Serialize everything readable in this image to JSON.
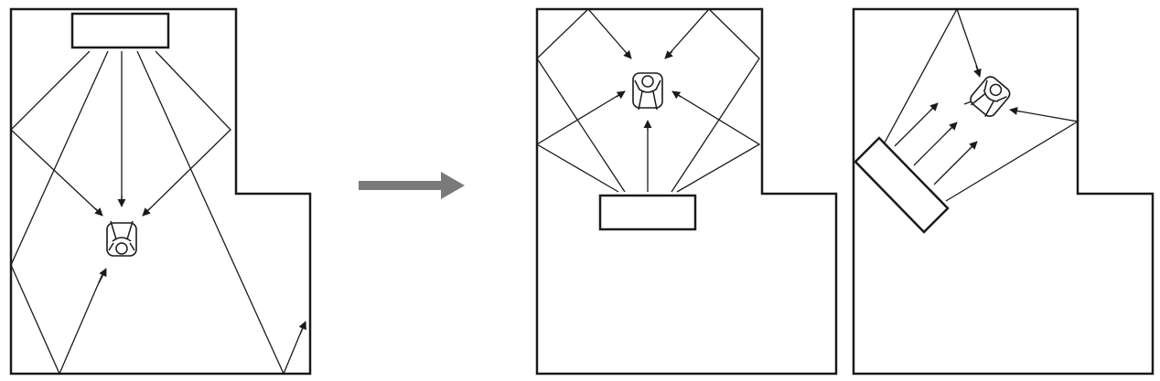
{
  "colors": {
    "background": "#ffffff",
    "line": "#1a1a1a",
    "transition_arrow": "#7a7a7a"
  },
  "diagram": {
    "panels": [
      {
        "id": "before",
        "speaker": "speaker-rect",
        "listener": "listener-figure"
      },
      {
        "id": "after-centered",
        "speaker": "speaker-rect",
        "listener": "listener-figure"
      },
      {
        "id": "after-angled",
        "speaker": "speaker-rect",
        "listener": "listener-figure"
      }
    ],
    "transition": {
      "icon": "right-arrow-icon"
    }
  }
}
